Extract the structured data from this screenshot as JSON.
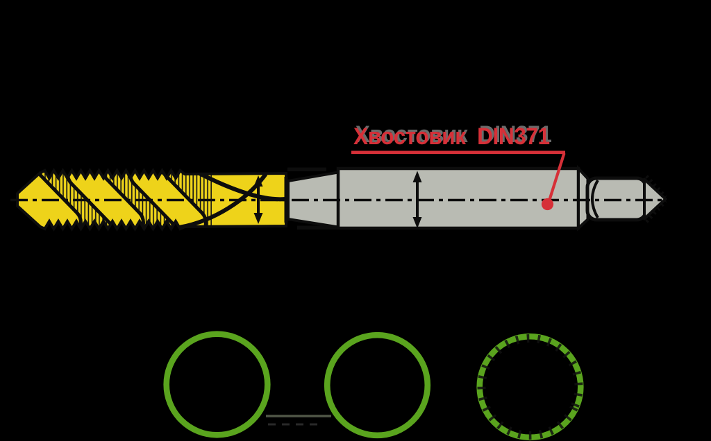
{
  "callout": {
    "label": "Хвостовик DIN371"
  },
  "drawing": {
    "subject": "spiral-flute-tap",
    "annotation_circles_count": 3
  },
  "colors": {
    "background": "#000000",
    "thread_yellow": "#eed31a",
    "shank_gray": "#b9bbb3",
    "outline": "#0d0d0d",
    "hatch": "#161616",
    "callout_red": "#d63038",
    "callout_shadow": "#6b6b6b",
    "annotation_green": "#5aa41e",
    "artifact_gray": "#59604f"
  }
}
